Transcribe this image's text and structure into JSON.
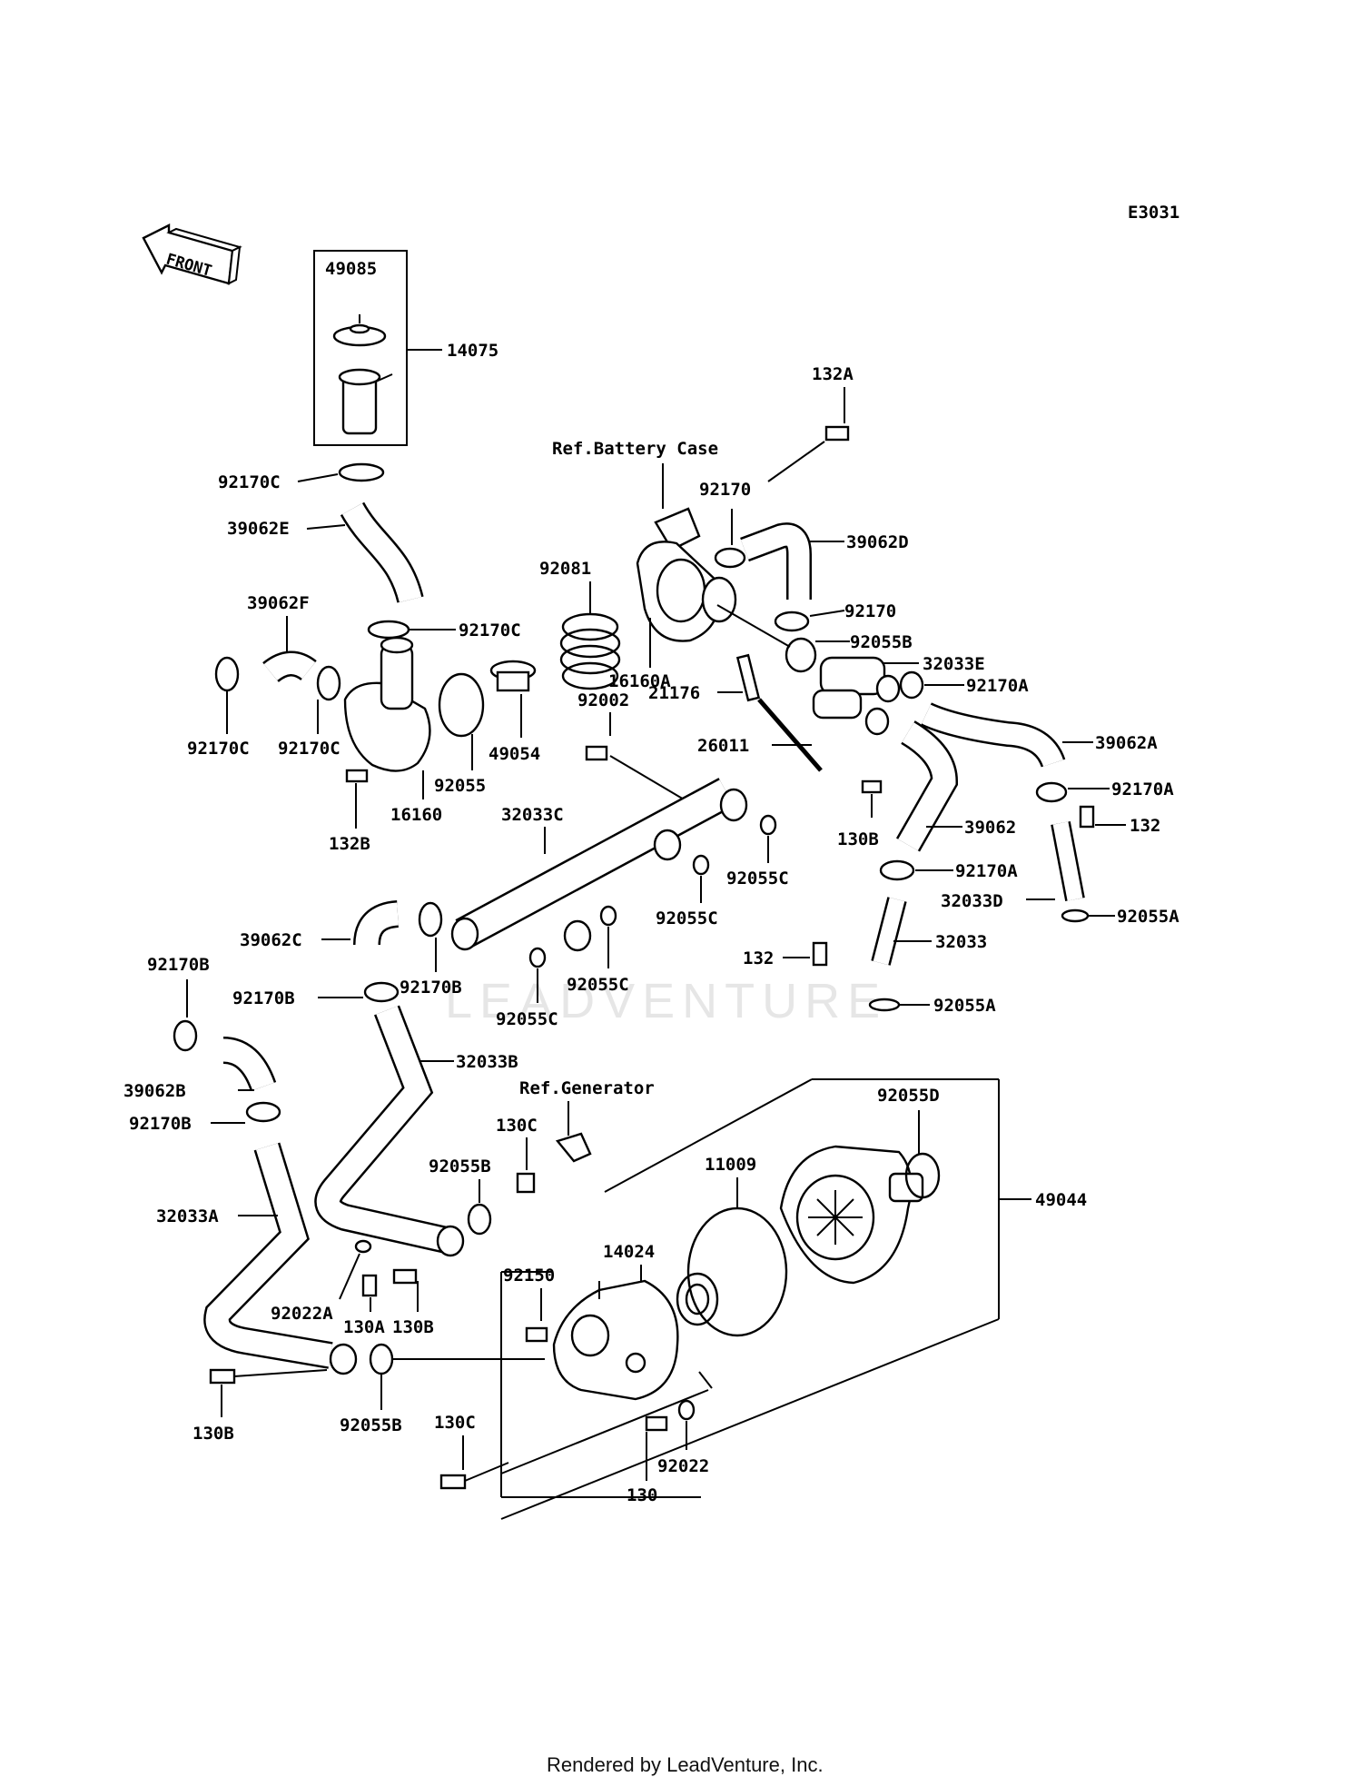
{
  "diagram_code": "E3031",
  "front_label": "FRONT",
  "watermark": "LEADVENTURE",
  "footer": "Rendered by LeadVenture, Inc.",
  "refs": {
    "battery_case": "Ref.Battery Case",
    "generator": "Ref.Generator"
  },
  "labels": {
    "l49085": "49085",
    "l14075": "14075",
    "l92170C_top": "92170C",
    "l39062E": "39062E",
    "l39062F": "39062F",
    "l92170C_mid": "92170C",
    "l92170C_left": "92170C",
    "l92170C_left2": "92170C",
    "l132B": "132B",
    "l16160": "16160",
    "l92055": "92055",
    "l49054": "49054",
    "l92081": "92081",
    "l16160A": "16160A",
    "l92170_a": "92170",
    "l39062D": "39062D",
    "l92170_b": "92170",
    "l132A": "132A",
    "l92055B_top": "92055B",
    "l32033E": "32033E",
    "l92170A_1": "92170A",
    "l39062A": "39062A",
    "l92170A_2": "92170A",
    "l132_right": "132",
    "l39062": "39062",
    "l92170A_3": "92170A",
    "l32033D": "32033D",
    "l92055A_1": "92055A",
    "l32033": "32033",
    "l92055A_2": "92055A",
    "l132_mid": "132",
    "l21176": "21176",
    "l26011": "26011",
    "l92002": "92002",
    "l130B_mid": "130B",
    "l32033C": "32033C",
    "l92055C_1": "92055C",
    "l92055C_2": "92055C",
    "l92055C_3": "92055C",
    "l92055C_4": "92055C",
    "l39062C": "39062C",
    "l92170B_1": "92170B",
    "l92170B_2": "92170B",
    "l92170B_3": "92170B",
    "l92170B_4": "92170B",
    "l39062B": "39062B",
    "l32033B": "32033B",
    "l32033A": "32033A",
    "l130C_top": "130C",
    "l92055B_mid": "92055B",
    "l92022A": "92022A",
    "l130A": "130A",
    "l130B_low": "130B",
    "l92150": "92150",
    "l14024": "14024",
    "l11009": "11009",
    "l92055D": "92055D",
    "l49044": "49044",
    "l130B_left": "130B",
    "l92055B_low": "92055B",
    "l130C_low": "130C",
    "l92022": "92022",
    "l130": "130"
  }
}
